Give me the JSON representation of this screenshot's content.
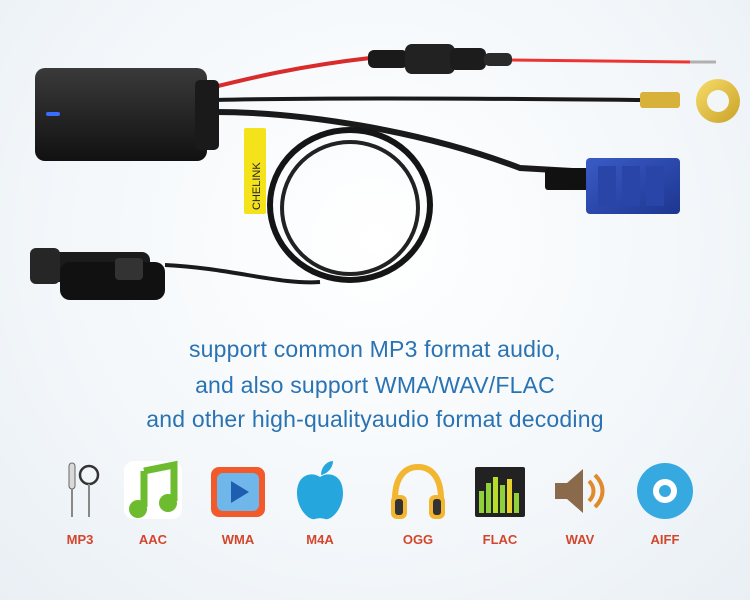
{
  "product": {
    "brand_label": "CHELINK"
  },
  "tagline": {
    "line1": "support common MP3 format audio,",
    "line2": "and also support WMA/WAV/FLAC",
    "line3": "and other high-qualityaudio format decoding"
  },
  "formats": [
    {
      "label": "MP3",
      "icon": "earphones-icon"
    },
    {
      "label": "AAC",
      "icon": "music-note-icon"
    },
    {
      "label": "WMA",
      "icon": "media-player-icon"
    },
    {
      "label": "M4A",
      "icon": "apple-icon"
    },
    {
      "label": "OGG",
      "icon": "headphones-icon"
    },
    {
      "label": "FLAC",
      "icon": "equalizer-icon"
    },
    {
      "label": "WAV",
      "icon": "speaker-icon"
    },
    {
      "label": "AIFF",
      "icon": "disc-icon"
    }
  ],
  "colors": {
    "tagline": "#2a73b3",
    "format_label": "#d4452b"
  }
}
